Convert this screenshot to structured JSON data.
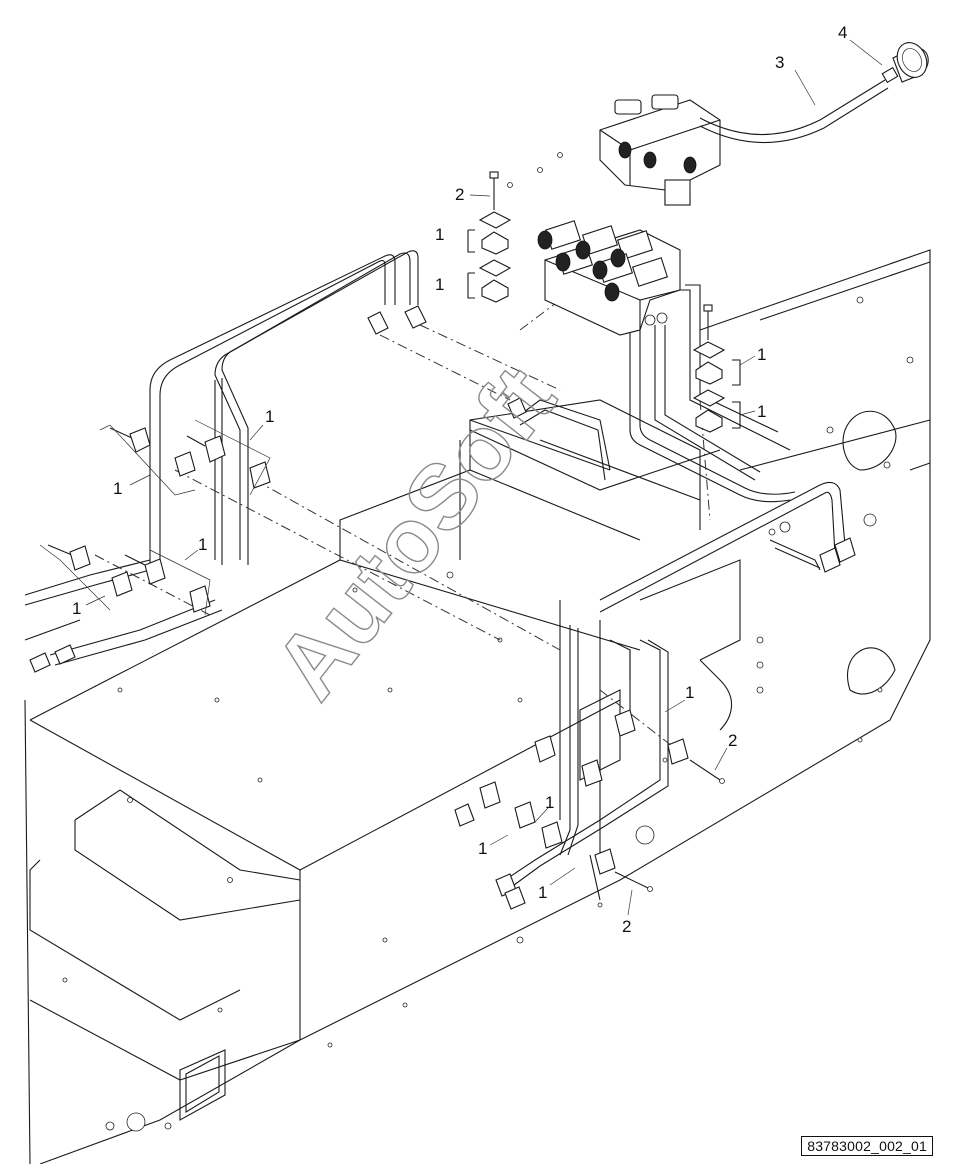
{
  "callouts": {
    "c1": "1",
    "c2": "2",
    "c3": "3",
    "c4": "4"
  },
  "watermark": "AutoSoft",
  "reference_code": "83783002_002_01"
}
